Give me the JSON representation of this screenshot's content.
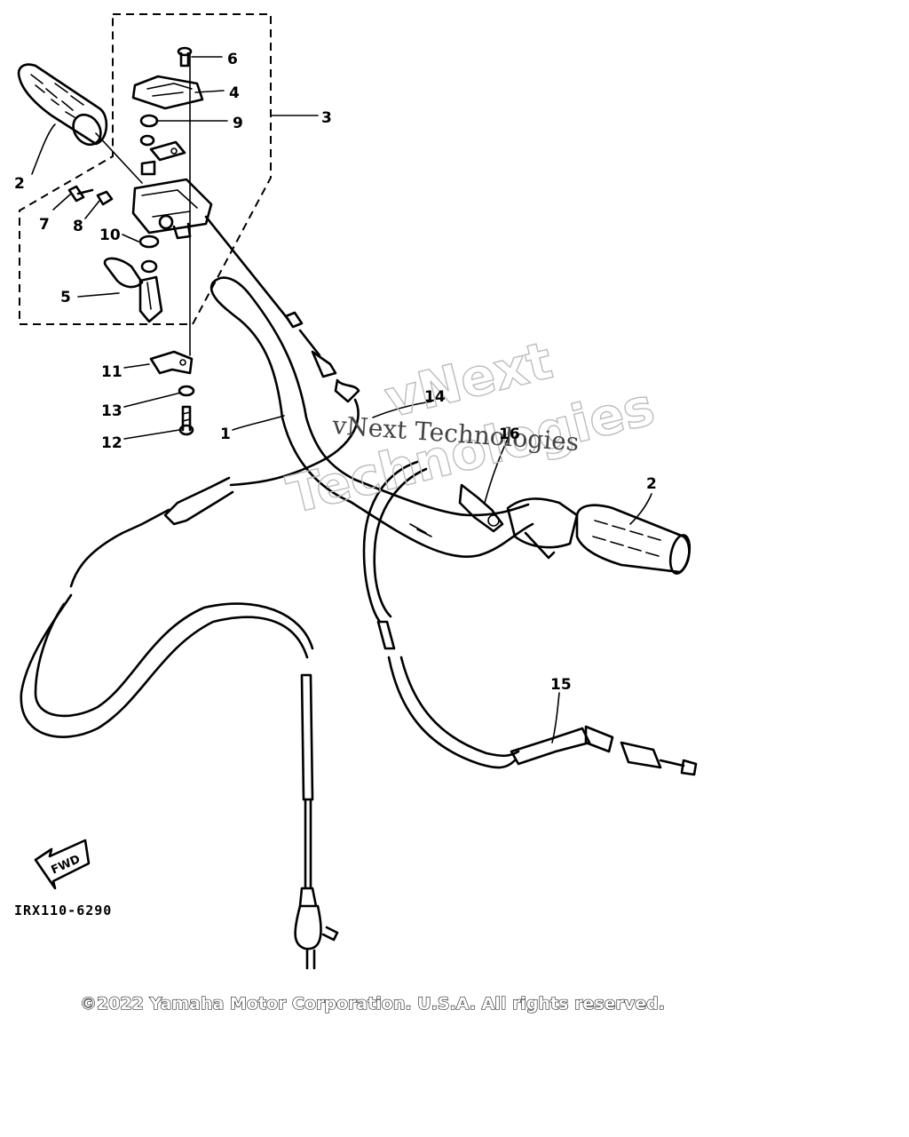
{
  "diagram": {
    "callouts": [
      "1",
      "2",
      "2",
      "3",
      "4",
      "5",
      "6",
      "7",
      "8",
      "9",
      "10",
      "11",
      "12",
      "13",
      "14",
      "15",
      "16"
    ],
    "fig_code": "IRX110-6290",
    "fwd_label": "FWD",
    "copyright": "©2022 Yamaha Motor Corporation. U.S.A. All rights reserved.",
    "watermark_outline_1": "vNext",
    "watermark_outline_2": "Technologies",
    "watermark_text": "vNext Technologies"
  }
}
